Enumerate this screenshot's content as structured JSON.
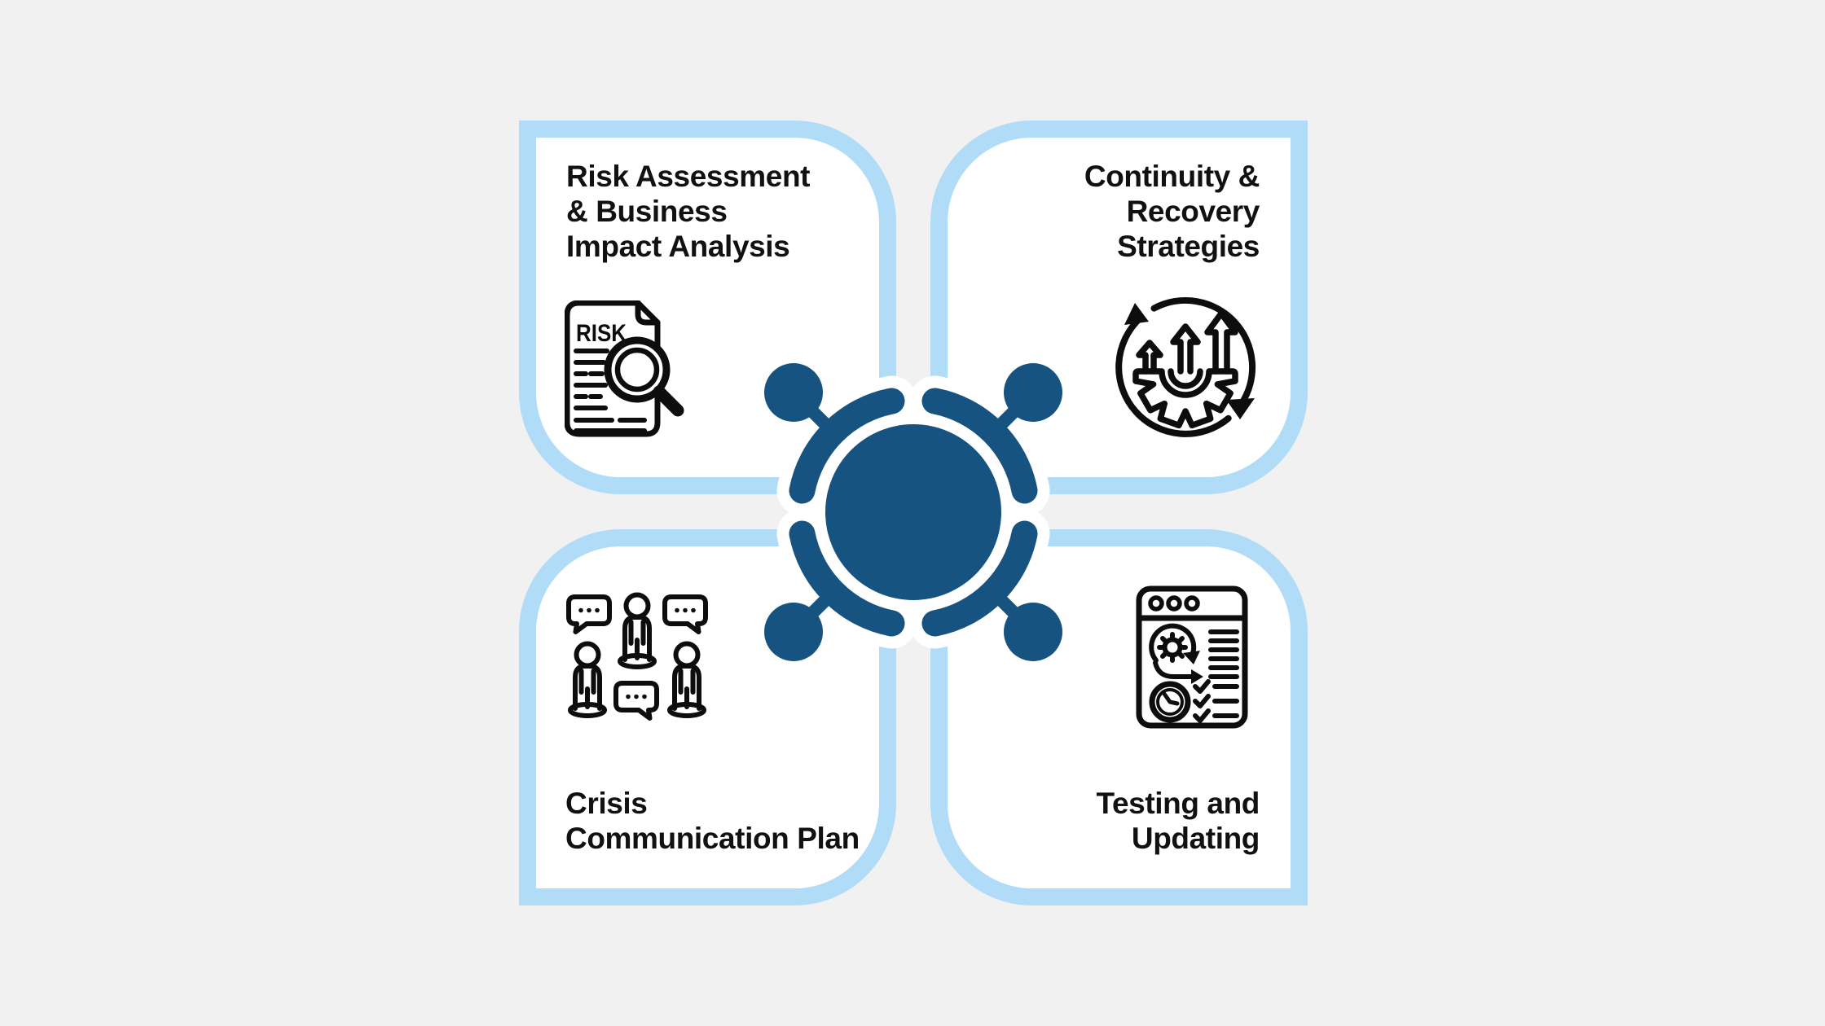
{
  "colors": {
    "background": "#f1f1f2",
    "card_background": "#ffffff",
    "card_border": "#b1dcf8",
    "hub_blue": "#165380",
    "text": "#111111",
    "icon_stroke": "#0d0d0d"
  },
  "cards": [
    {
      "id": "risk-assessment",
      "title_lines": [
        "Risk Assessment",
        "& Business",
        "Impact Analysis"
      ],
      "icon": "risk-document-magnifier-icon",
      "icon_label": "RISK"
    },
    {
      "id": "continuity-recovery",
      "title_lines": [
        "Continuity &",
        "Recovery",
        "Strategies"
      ],
      "icon": "growth-gear-cycle-icon"
    },
    {
      "id": "crisis-communication",
      "title_lines": [
        "Crisis",
        "Communication Plan"
      ],
      "icon": "people-speech-bubbles-icon"
    },
    {
      "id": "testing-updating",
      "title_lines": [
        "Testing and",
        "Updating"
      ],
      "icon": "checklist-window-icon"
    }
  ],
  "hub": {
    "description": "central-connector-hub"
  }
}
